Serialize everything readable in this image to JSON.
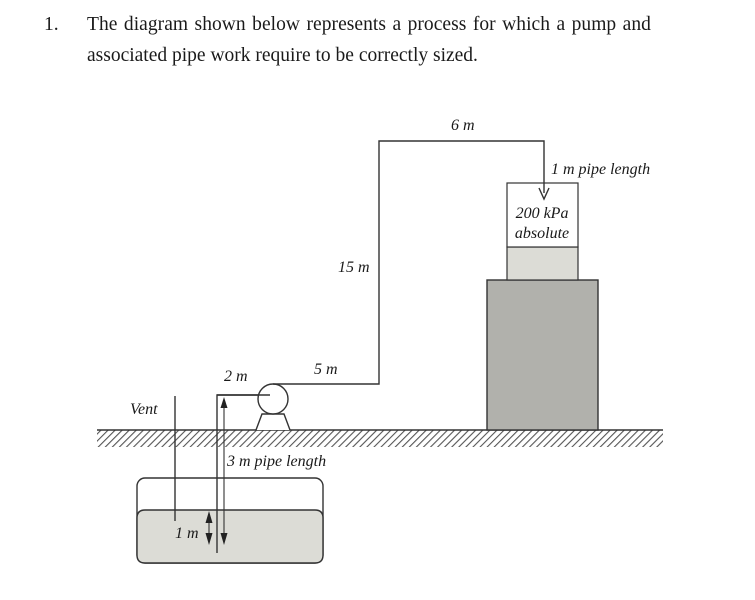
{
  "question": {
    "number": "1.",
    "line1": "The diagram shown below represents a process for which a pump and",
    "line2": "associated pipe work require to be correctly sized."
  },
  "diagram": {
    "labels": {
      "top_pipe": "6 m",
      "delivery_pipe": "1 m pipe length",
      "tank_pressure_line1": "200 kPa",
      "tank_pressure_line2": "absolute",
      "riser": "15 m",
      "discharge_horizontal": "5 m",
      "suction_horizontal": "2 m",
      "vent": "Vent",
      "suction_pipe": "3 m pipe length",
      "liquid_depth": "1 m"
    },
    "colors": {
      "line": "#333333",
      "liquid": "#dcdcd6",
      "tank_gas": "#ffffff",
      "support_block": "#b1b1ac",
      "upper_liquid": "#dcdcd6"
    }
  }
}
